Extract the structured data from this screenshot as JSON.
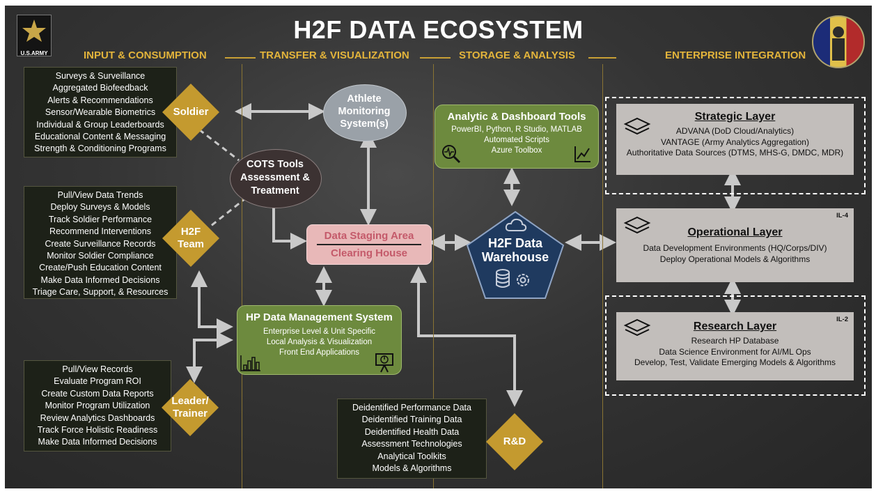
{
  "title": "H2F DATA ECOSYSTEM",
  "army_logo_text": "U.S.ARMY",
  "columns": [
    "INPUT & CONSUMPTION",
    "TRANSFER & VISUALIZATION",
    "STORAGE & ANALYSIS",
    "ENTERPRISE INTEGRATION"
  ],
  "soldier_box": [
    "Surveys & Surveillance",
    "Aggregated Biofeedback",
    "Alerts & Recommendations",
    "Sensor/Wearable Biometrics",
    "Individual & Group Leaderboards",
    "Educational Content & Messaging",
    "Strength & Conditioning Programs"
  ],
  "team_box": [
    "Pull/View Data Trends",
    "Deploy Surveys & Models",
    "Track Soldier Performance",
    "Recommend Interventions",
    "Create Surveillance Records",
    "Monitor Soldier Compliance",
    "Create/Push Education Content",
    "Make Data Informed Decisions",
    "Triage Care, Support, & Resources"
  ],
  "leader_box": [
    "Pull/View Records",
    "Evaluate Program ROI",
    "Create Custom Data Reports",
    "Monitor Program Utilization",
    "Review Analytics Dashboards",
    "Track Force Holistic Readiness",
    "Make Data Informed Decisions"
  ],
  "rd_box": [
    "Deidentified Performance Data",
    "Deidentified Training Data",
    "Deidentified Health Data",
    "Assessment Technologies",
    "Analytical Toolkits",
    "Models & Algorithms"
  ],
  "diamonds": {
    "soldier": "Soldier",
    "team_l1": "H2F",
    "team_l2": "Team",
    "leader_l1": "Leader/",
    "leader_l2": "Trainer",
    "rd": "R&D"
  },
  "athlete": {
    "l1": "Athlete",
    "l2": "Monitoring",
    "l3": "System(s)"
  },
  "cots": {
    "l1": "COTS Tools",
    "l2": "Assessment &",
    "l3": "Treatment"
  },
  "staging": {
    "l1": "Data Staging Area",
    "l2": "Clearing House"
  },
  "warehouse": {
    "l1": "H2F Data",
    "l2": "Warehouse"
  },
  "analytic": {
    "title": "Analytic & Dashboard Tools",
    "lines": [
      "PowerBI, Python, R Studio, MATLAB",
      "Automated Scripts",
      "Azure Toolbox"
    ]
  },
  "hpdms": {
    "title": "HP Data Management System",
    "lines": [
      "Enterprise Level & Unit Specific",
      "Local Analysis & Visualization",
      "Front End Applications"
    ]
  },
  "strategic": {
    "title": "Strategic Layer",
    "lines": [
      "ADVANA (DoD Cloud/Analytics)",
      "VANTAGE (Army Analytics Aggregation)",
      "Authoritative Data Sources (DTMS, MHS-G, DMDC, MDR)"
    ]
  },
  "operational": {
    "title": "Operational Layer",
    "badge": "IL-4",
    "lines": [
      "Data Development Environments (HQ/Corps/DIV)",
      "Deploy Operational Models & Algorithms"
    ]
  },
  "research": {
    "title": "Research Layer",
    "badge": "IL-2",
    "lines": [
      "Research HP Database",
      "Data Science Environment for AI/ML Ops",
      "Develop, Test, Validate Emerging Models & Algorithms"
    ]
  },
  "colors": {
    "gold": "#c49a2f",
    "heading_gold": "#e3b43b",
    "green": "#6d8a3e",
    "navy": "#1f3a5f",
    "grey_layer": "#c2bebb",
    "staging_pink": "#e8b8b8"
  }
}
